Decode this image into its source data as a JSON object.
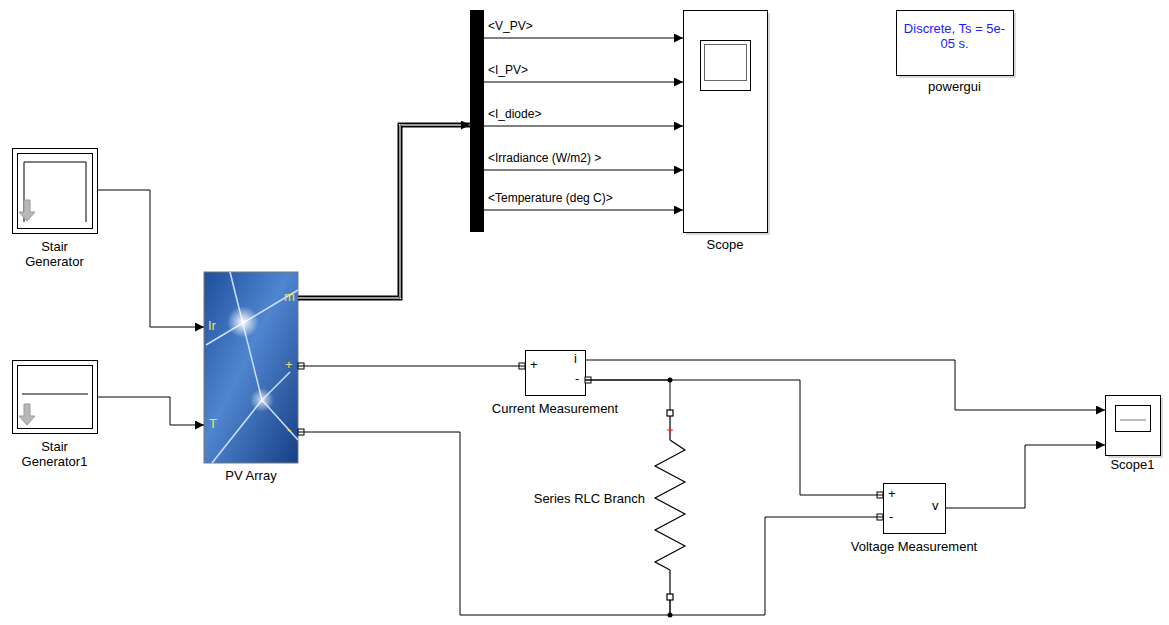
{
  "diagram": {
    "nodes": [
      {
        "text": [
          "Stair Generator"
        ]
      },
      {
        "text": [
          "Stair Generator1"
        ]
      },
      {
        "text": [
          "Ir",
          "T",
          "m",
          "+",
          "-",
          "PV Array"
        ]
      },
      {
        "text": [
          "<V_PV>",
          "<I_PV>",
          "<I_diode>",
          "<Irradiance (W/m2) >",
          "<Temperature (deg C)>"
        ]
      },
      {
        "text": [
          "Scope"
        ]
      },
      {
        "text": [
          "Discrete, Ts = 5e-05 s.",
          "powergui"
        ]
      },
      {
        "text": [
          "+",
          "i",
          "-",
          "Current Measurement"
        ]
      },
      {
        "text": [
          "Series RLC Branch"
        ]
      },
      {
        "text": [
          "+",
          "-",
          "v",
          "Voltage Measurement"
        ]
      },
      {
        "text": [
          "Scope1"
        ]
      }
    ],
    "edges": [
      {
        "from": 0,
        "to": 2,
        "arrow": "to"
      },
      {
        "from": 1,
        "to": 2,
        "arrow": "to"
      },
      {
        "from": 2,
        "to": 3,
        "arrow": "to"
      },
      {
        "from": 3,
        "to": 4,
        "arrow": "to"
      },
      {
        "from": 3,
        "to": 4,
        "arrow": "to"
      },
      {
        "from": 3,
        "to": 4,
        "arrow": "to"
      },
      {
        "from": 3,
        "to": 4,
        "arrow": "to"
      },
      {
        "from": 3,
        "to": 4,
        "arrow": "to"
      },
      {
        "from": 2,
        "to": 6,
        "arrow": "none"
      },
      {
        "from": 6,
        "to": 7,
        "arrow": "none"
      },
      {
        "from": 6,
        "to": 8,
        "arrow": "none"
      },
      {
        "from": 2,
        "to": 7,
        "arrow": "none"
      },
      {
        "from": 7,
        "to": 8,
        "arrow": "none"
      },
      {
        "from": 6,
        "to": 9,
        "arrow": "to"
      },
      {
        "from": 8,
        "to": 9,
        "arrow": "to"
      }
    ]
  }
}
